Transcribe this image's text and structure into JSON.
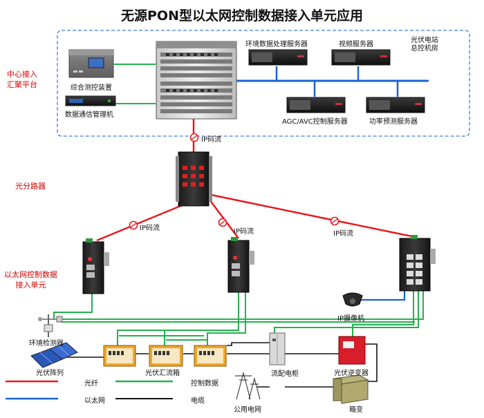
{
  "title": "无源PON型以太网控制数据接入单元应用",
  "side_labels": {
    "center": [
      "中心接入",
      "汇聚平台"
    ],
    "splitter": "光分路器",
    "eth_unit": [
      "以太网控制数据",
      "接入单元"
    ]
  },
  "devices": {
    "integrated_monitor": "综合测控装置",
    "comm_manager": "数据通信管理机",
    "env_server": "环境数据处理服务器",
    "video_server": "视频服务器",
    "agc_server": "AGC/AVC控制服务器",
    "power_server": "功率预测服务器",
    "control_room": [
      "光伏电站",
      "总控机房"
    ],
    "ip_camera": "IP摄像机",
    "env_detector": "环境检测器",
    "pv_array": "光伏阵列",
    "combiner_box": "光伏汇流箱",
    "distribution_cabinet": "流配电柜",
    "inverter": "光伏逆变器",
    "public_grid": "公用电网",
    "box_transformer": "箱变"
  },
  "stream_labels": {
    "top": "IP码流",
    "left": "IP码流",
    "middle": "IP码流",
    "right": "IP码流"
  },
  "legend": {
    "fiber": "光纤",
    "control": "控制数据",
    "ethernet": "以太网",
    "cable": "电缆"
  },
  "colors": {
    "fiber": "#e8191e",
    "control": "#22b14c",
    "ethernet": "#1763d6",
    "cable": "#111111",
    "dashed_box": "#3b7de0",
    "side_text": "#d40000"
  }
}
